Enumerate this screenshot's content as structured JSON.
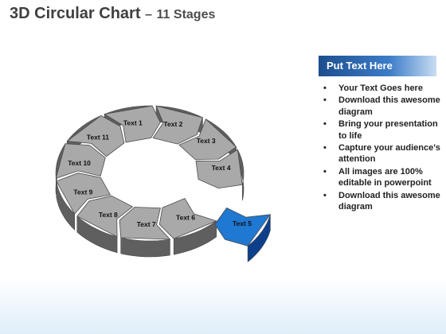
{
  "title": {
    "main": "3D Circular Chart",
    "dash": "–",
    "sub": "11 Stages"
  },
  "panel": {
    "header": "Put Text Here",
    "bullets": [
      "Your Text Goes here",
      "Download this awesome diagram",
      "Bring your presentation to life",
      "Capture your audience's attention",
      "All images are 100% editable in powerpoint",
      "Download this awesome diagram"
    ]
  },
  "diagram": {
    "segments": [
      {
        "label": "Text 1",
        "highlight": false
      },
      {
        "label": "Text 2",
        "highlight": false
      },
      {
        "label": "Text 3",
        "highlight": false
      },
      {
        "label": "Text 4",
        "highlight": false
      },
      {
        "label": "Text 5",
        "highlight": true
      },
      {
        "label": "Text 6",
        "highlight": false
      },
      {
        "label": "Text 7",
        "highlight": false
      },
      {
        "label": "Text 8",
        "highlight": false
      },
      {
        "label": "Text 9",
        "highlight": false
      },
      {
        "label": "Text 10",
        "highlight": false
      },
      {
        "label": "Text 11",
        "highlight": false
      }
    ],
    "colors": {
      "segment_top": "#a9a9a9",
      "segment_side": "#5f5f5f",
      "segment_stroke": "#4a4a4a",
      "highlight_top": "#1f78d1",
      "highlight_side": "#0d3f8a",
      "accent": "#2f6fb8"
    }
  }
}
